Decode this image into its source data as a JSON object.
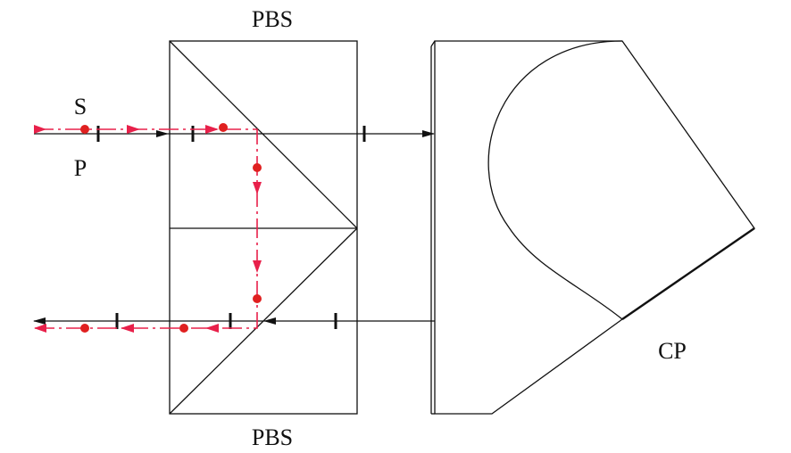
{
  "labels": {
    "pbs_top": "PBS",
    "pbs_bottom": "PBS",
    "s_polarization": "S",
    "p_polarization": "P",
    "corner_prism": "CP"
  },
  "colors": {
    "outline": "#111111",
    "s_beam": "#e8204a",
    "s_dot": "#e02020"
  }
}
